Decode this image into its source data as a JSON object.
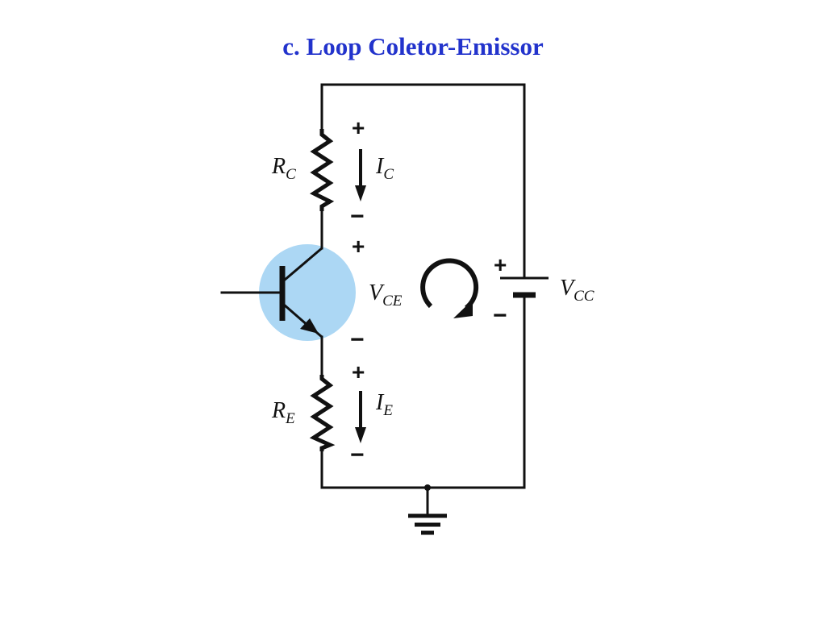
{
  "slide": {
    "title": "c. Loop Coletor-Emissor",
    "title_color": "#2233cc"
  },
  "diagram": {
    "labels": {
      "rc_main": "R",
      "rc_sub": "C",
      "ic_main": "I",
      "ic_sub": "C",
      "vce_main": "V",
      "vce_sub": "CE",
      "vcc_main": "V",
      "vcc_sub": "CC",
      "re_main": "R",
      "re_sub": "E",
      "ie_main": "I",
      "ie_sub": "E"
    },
    "signs": {
      "plus": "+",
      "minus": "−"
    },
    "colors": {
      "wire": "#111111",
      "transistor_highlight": "#acd7f4"
    },
    "icons": [
      "loop-arrow-icon",
      "ground-icon",
      "battery-icon",
      "resistor-icon",
      "npn-transistor-icon"
    ]
  }
}
